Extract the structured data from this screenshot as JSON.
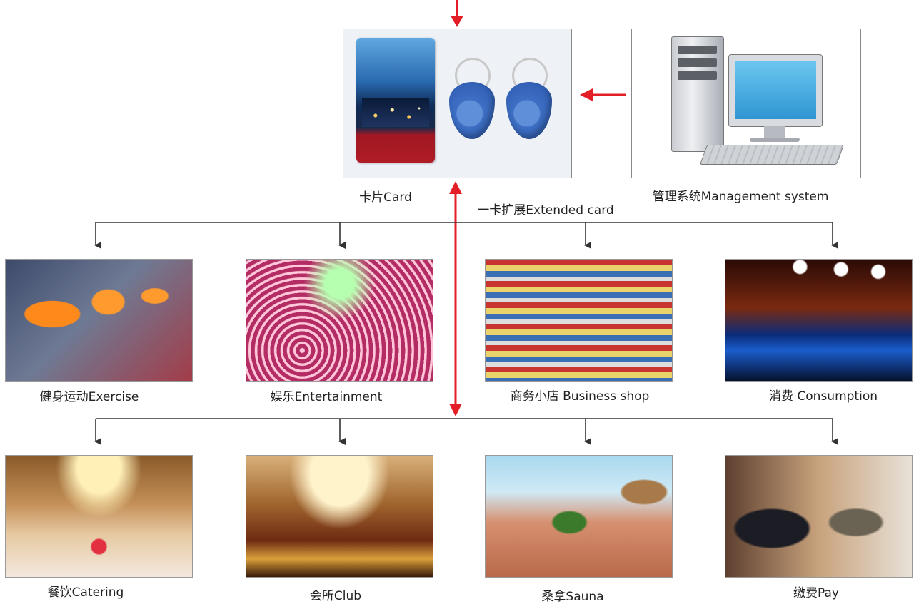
{
  "labels": {
    "card": "卡片Card",
    "extended": "一卡扩展Extended card",
    "management": "管理系统Management system"
  },
  "icons": {
    "card_panel": "rfid-card-and-keyfobs-icon",
    "management_panel": "desktop-computer-icon"
  },
  "row1": [
    {
      "label": "健身运动Exercise",
      "scene": "exercise-photo"
    },
    {
      "label": "娱乐Entertainment",
      "scene": "entertainment-photo"
    },
    {
      "label": "商务小店  Business shop",
      "scene": "business-shop-photo"
    },
    {
      "label": "消费  Consumption",
      "scene": "consumption-photo"
    }
  ],
  "row2": [
    {
      "label": "餐饮Catering",
      "scene": "catering-photo"
    },
    {
      "label": "会所Club",
      "scene": "club-photo"
    },
    {
      "label": "桑拿Sauna",
      "scene": "sauna-photo"
    },
    {
      "label": "缴费Pay",
      "scene": "pay-photo"
    }
  ],
  "colors": {
    "arrow_red": "#e41e26",
    "connector": "#333333"
  }
}
